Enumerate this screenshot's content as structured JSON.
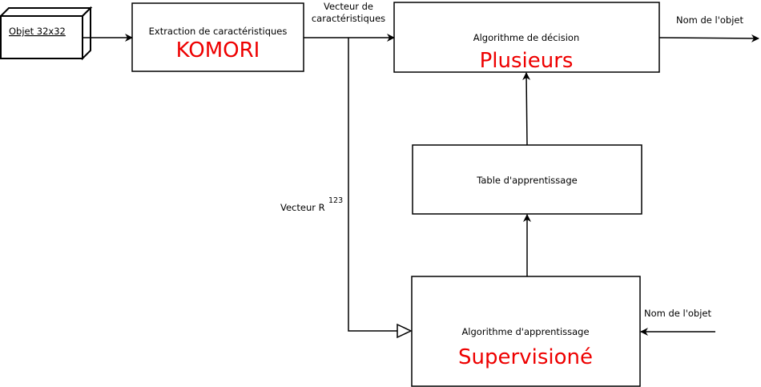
{
  "object_cube": {
    "label": "Objet 32x32"
  },
  "extraction": {
    "title": "Extraction de caractéristiques",
    "name": "KOMORI"
  },
  "decision": {
    "title": "Algorithme de décision",
    "name": "Plusieurs"
  },
  "table": {
    "title": "Table d'apprentissage"
  },
  "learning": {
    "title": "Algorithme d'apprentissage",
    "name": "Supervisioné"
  },
  "edges": {
    "feature_vector_line1": "Vecteur de",
    "feature_vector_line2": "caractéristiques",
    "output_label": "Nom de l'objet",
    "input_label": "Nom de l'objet",
    "vector_r": "Vecteur R",
    "vector_r_exponent": "123"
  },
  "colors": {
    "highlight": "#ee0000",
    "stroke": "#000000"
  }
}
